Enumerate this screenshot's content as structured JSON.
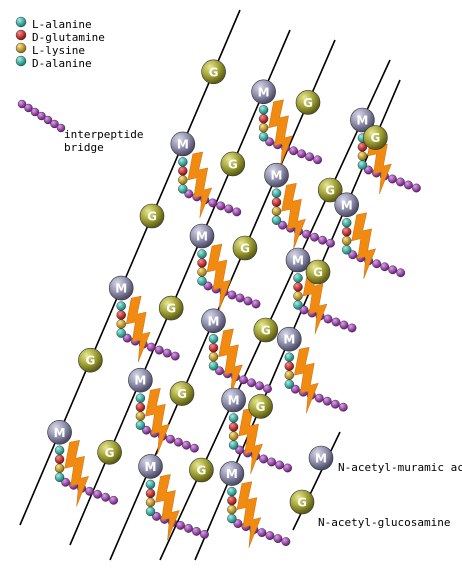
{
  "legend": {
    "items": [
      {
        "label": "L-alanine",
        "color": "#1aa89a"
      },
      {
        "label": "D-glutamine",
        "color": "#c01010"
      },
      {
        "label": "L-lysine",
        "color": "#c8a012"
      },
      {
        "label": "D-alanine",
        "color": "#1aa89a"
      }
    ],
    "bridge_label_1": "interpeptide",
    "bridge_label_2": "bridge"
  },
  "key": {
    "muramic_label": "N-acetyl-muramic acid",
    "glucosamine_label": "N-acetyl-glucosamine"
  },
  "nodes": {
    "M_letter": "M",
    "G_letter": "G"
  },
  "colors": {
    "m_node": "#7a7a9a",
    "g_node": "#8c8c2c",
    "bridge": "#9a3aa8",
    "bolt": "#f08a10",
    "strand": "#000000"
  }
}
